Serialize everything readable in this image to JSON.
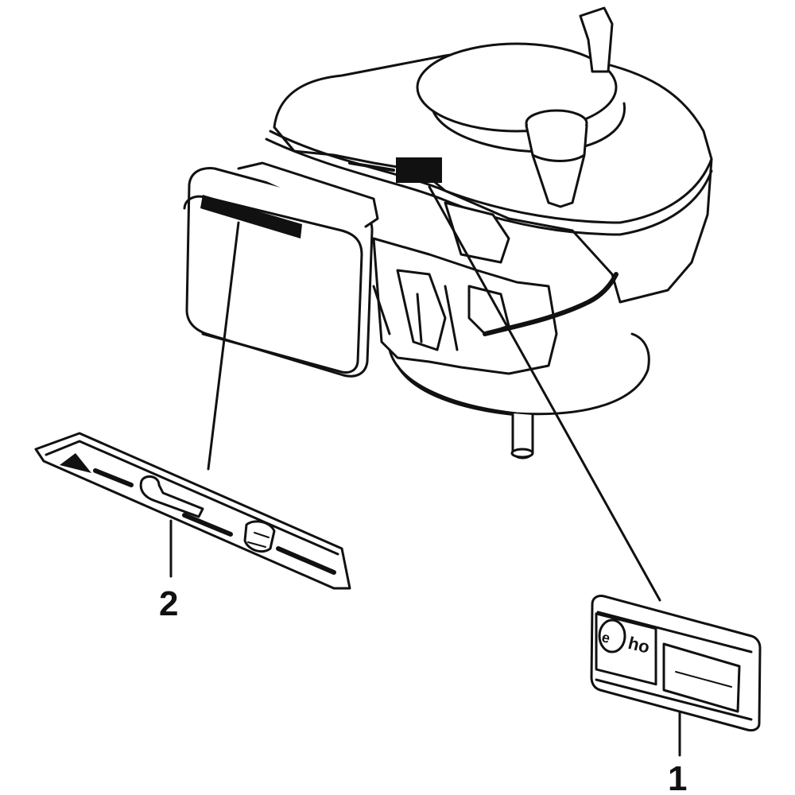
{
  "diagram": {
    "callouts": [
      {
        "number": "1",
        "part": "engine-data-decal"
      },
      {
        "number": "2",
        "part": "air-filter-cover-decal"
      }
    ],
    "colors": {
      "line": "#111111",
      "fill": "#ffffff",
      "shade": "#7a7a7a"
    }
  }
}
